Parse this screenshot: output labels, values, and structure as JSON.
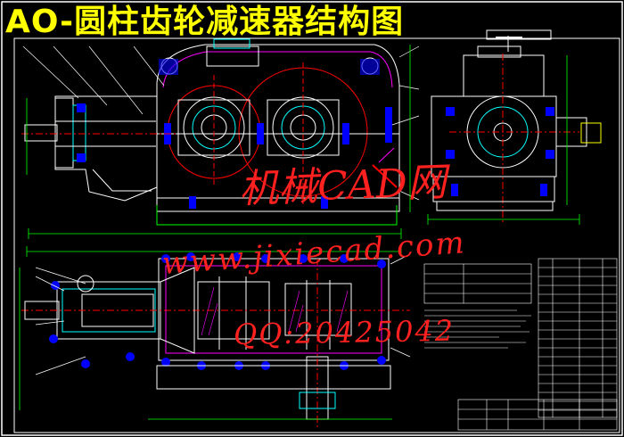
{
  "title": "AO-圆柱齿轮减速器结构图",
  "watermark": {
    "brand": "机械CAD网",
    "url": "www.jixiecad.com",
    "qq": "QQ:20425042"
  },
  "colors": {
    "background": "#000000",
    "title": "#ffff00",
    "outline": "#ffffff",
    "detail": "#00ffff",
    "hatch": "#ff00ff",
    "bolt": "#0000ff",
    "dimension": "#00ff00",
    "watermark": "#ff2020"
  }
}
